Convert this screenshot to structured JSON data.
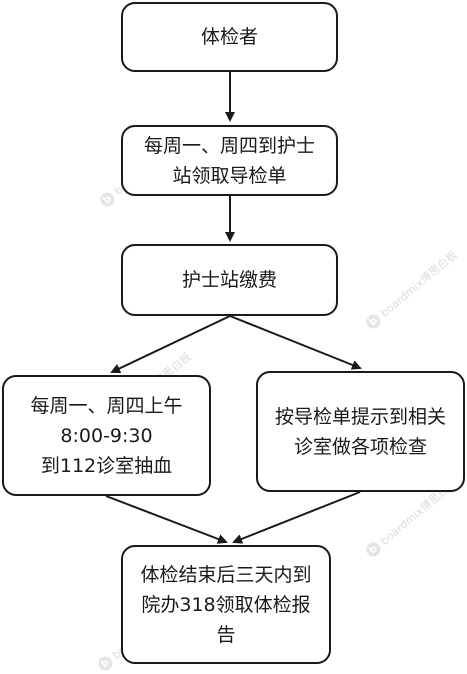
{
  "nodes": {
    "examinee": {
      "lines": [
        "体检者"
      ]
    },
    "get_form": {
      "lines": [
        "每周一、周四到护士",
        "站领取导检单"
      ]
    },
    "pay": {
      "lines": [
        "护士站缴费"
      ]
    },
    "blood_draw": {
      "lines": [
        "每周一、周四上午",
        "8:00-9:30",
        "到112诊室抽血"
      ]
    },
    "other_checks": {
      "lines": [
        "按导检单提示到相关",
        "诊室做各项检查"
      ]
    },
    "get_report": {
      "lines": [
        "体检结束后三天内到",
        "院办318领取体检报",
        "告"
      ]
    }
  },
  "watermark": {
    "text": "boardmix博思白板",
    "logo": "b"
  },
  "colors": {
    "stroke": "#1a1a1a",
    "background": "#ffffff",
    "watermark": "#d9d9d9"
  }
}
